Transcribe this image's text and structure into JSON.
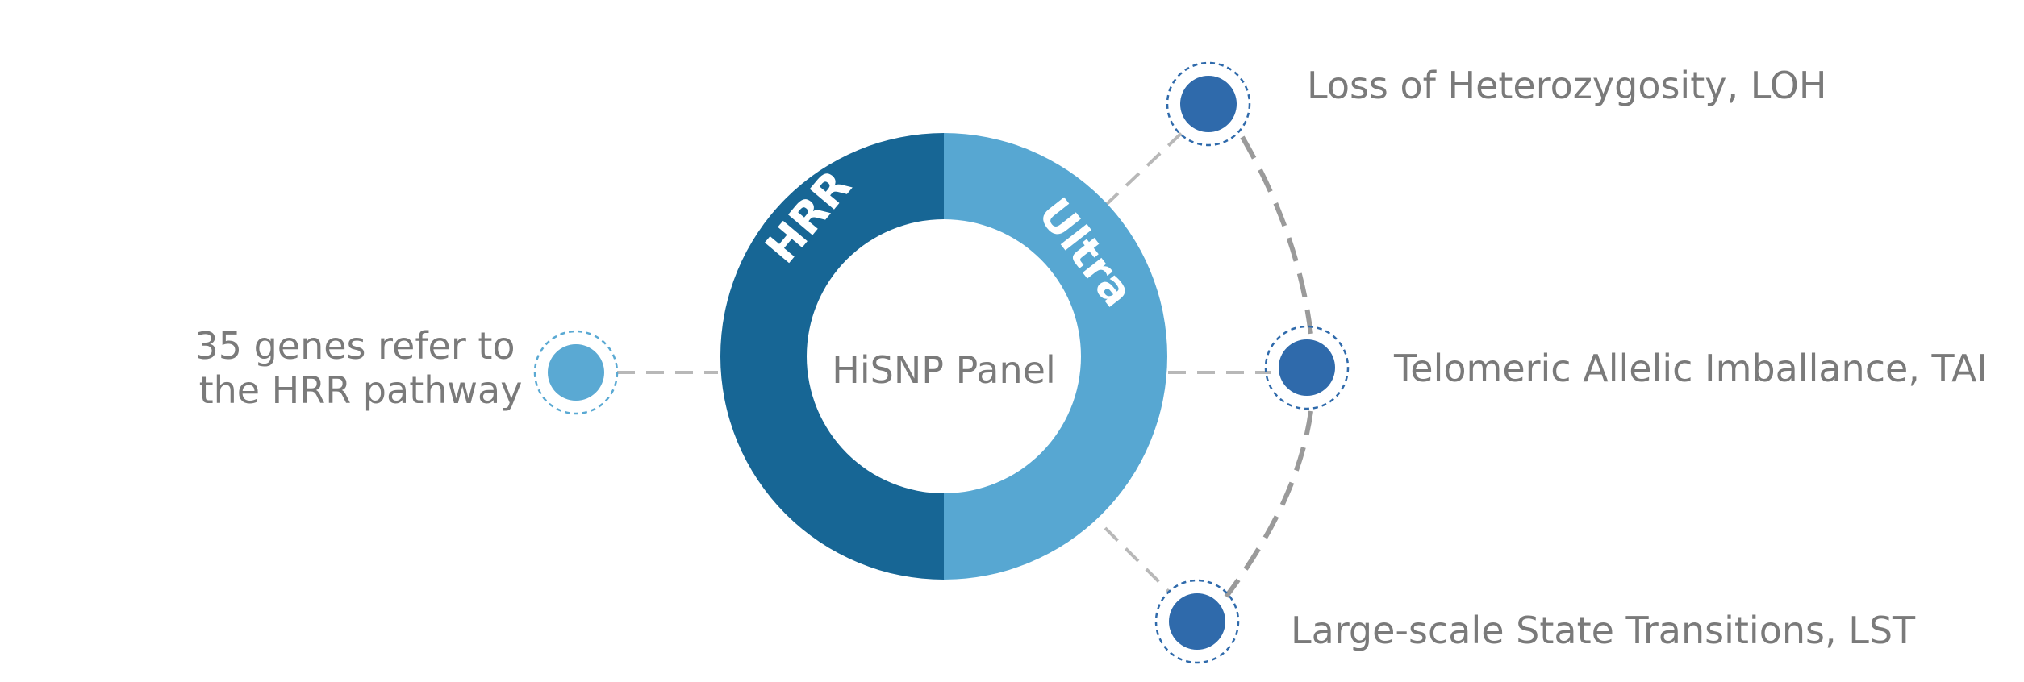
{
  "diagram": {
    "center_label": "HiSNP Panel",
    "ring_left_label": "HRR",
    "ring_right_label": "Ultra",
    "left_node": {
      "line1": "35 genes refer to",
      "line2": "the HRR pathway"
    },
    "right_nodes": [
      {
        "label": "Loss of Heterozygosity, LOH"
      },
      {
        "label": "Telomeric Allelic Imballance, TAI"
      },
      {
        "label": "Large-scale State Transitions, LST"
      }
    ]
  },
  "colors": {
    "dark_blue": "#176695",
    "light_blue": "#57a7d2",
    "node_blue": "#2f6aab",
    "left_node_blue": "#5aa9d3",
    "dashed_gray": "#9a9a9a",
    "light_gray": "#b8b8b8",
    "text_gray": "#7a7a7a"
  }
}
